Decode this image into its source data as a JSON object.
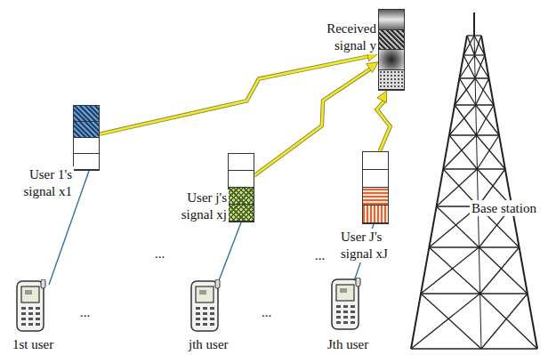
{
  "diagram": {
    "nodes": [
      {
        "text": [
          "Received signal y"
        ]
      },
      {
        "text": [
          "User 1's signal x1"
        ]
      },
      {
        "text": [
          "User j's signal xj"
        ]
      },
      {
        "text": [
          "User J's signal xJ"
        ]
      }
    ],
    "edges": [
      {
        "from": 1,
        "to": 0,
        "arrow": "to"
      },
      {
        "from": 2,
        "to": 0,
        "arrow": "to"
      },
      {
        "from": 3,
        "to": 0,
        "arrow": "to"
      }
    ],
    "labels": [
      "Base station",
      "1st user",
      "jth user",
      "Jth user",
      "...",
      "...",
      "...",
      "..."
    ]
  }
}
